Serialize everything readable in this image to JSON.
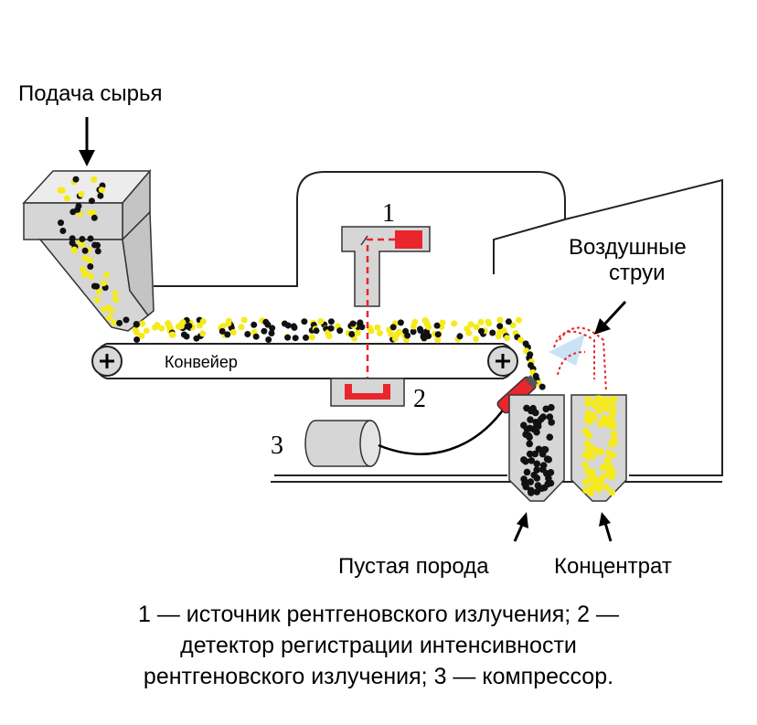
{
  "labels": {
    "feed": "Подача сырья",
    "conveyor": "Конвейер",
    "air_jets_line1": "Воздушные",
    "air_jets_line2": "струи",
    "waste_rock": "Пустая порода",
    "concentrate": "Концентрат"
  },
  "numbers": {
    "source": "1",
    "detector": "2",
    "compressor": "3"
  },
  "caption": {
    "line1": "1 — источник рентгеновского излучения; 2 —",
    "line2": "детектор регистрации интенсивности",
    "line3": "рентгеновского излучения; 3 — компрессор."
  },
  "colors": {
    "ore_yellow": "#f5ea1c",
    "rock_black": "#111111",
    "xray_red": "#e8262b",
    "box_gray": "#d6d6d6",
    "jet_blue": "#bcdcf2"
  }
}
